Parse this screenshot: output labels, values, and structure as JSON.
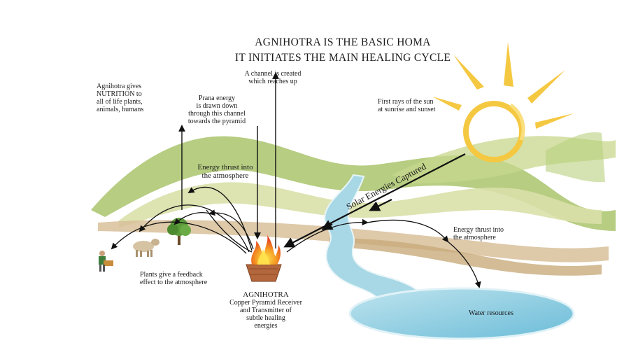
{
  "title": {
    "line1": "AGNIHOTRA IS THE BASIC HOMA",
    "line2": "IT INITIATES THE MAIN HEALING CYCLE"
  },
  "labels": {
    "channel": [
      "A channel is created",
      "which reaches up"
    ],
    "prana": [
      "Prana energy",
      "is drawn down",
      "through this channel",
      "towards the pyramid"
    ],
    "nutrition": [
      "Agnihotra gives",
      "NUTRITION to",
      "all of life plants,",
      "animals, humans"
    ],
    "first_rays": [
      "First rays of the sun",
      "at sunrise and sunset"
    ],
    "energy_thrust_left": [
      "Energy thrust into",
      "the atmosphere"
    ],
    "energy_thrust_right": [
      "Energy thrust into",
      "the atmosphere"
    ],
    "solar": "Solar Energies Captured",
    "plants_feedback": [
      "Plants give a feedback",
      "effect to the atmosphere"
    ],
    "agnihotra": [
      "AGNIHOTRA",
      "Copper Pyramid Receiver",
      "and Transmitter of",
      "subtle healing",
      "energies"
    ],
    "water": "Water resources"
  },
  "colors": {
    "hill_green": "#a9c46c",
    "hill_light": "#d9e0a8",
    "hill_tan": "#e4d7ac",
    "brown_band": "#c8ab7c",
    "river": "#9fd3e3",
    "lake": "#7fc6de",
    "sun": "#f5c842",
    "flame_red": "#e2391f",
    "flame_orange": "#f59a23",
    "copper": "#b4673c"
  },
  "icons": [
    "sun-icon",
    "fire-pyramid-icon",
    "tree-icon",
    "cow-icon",
    "farmer-icon"
  ]
}
